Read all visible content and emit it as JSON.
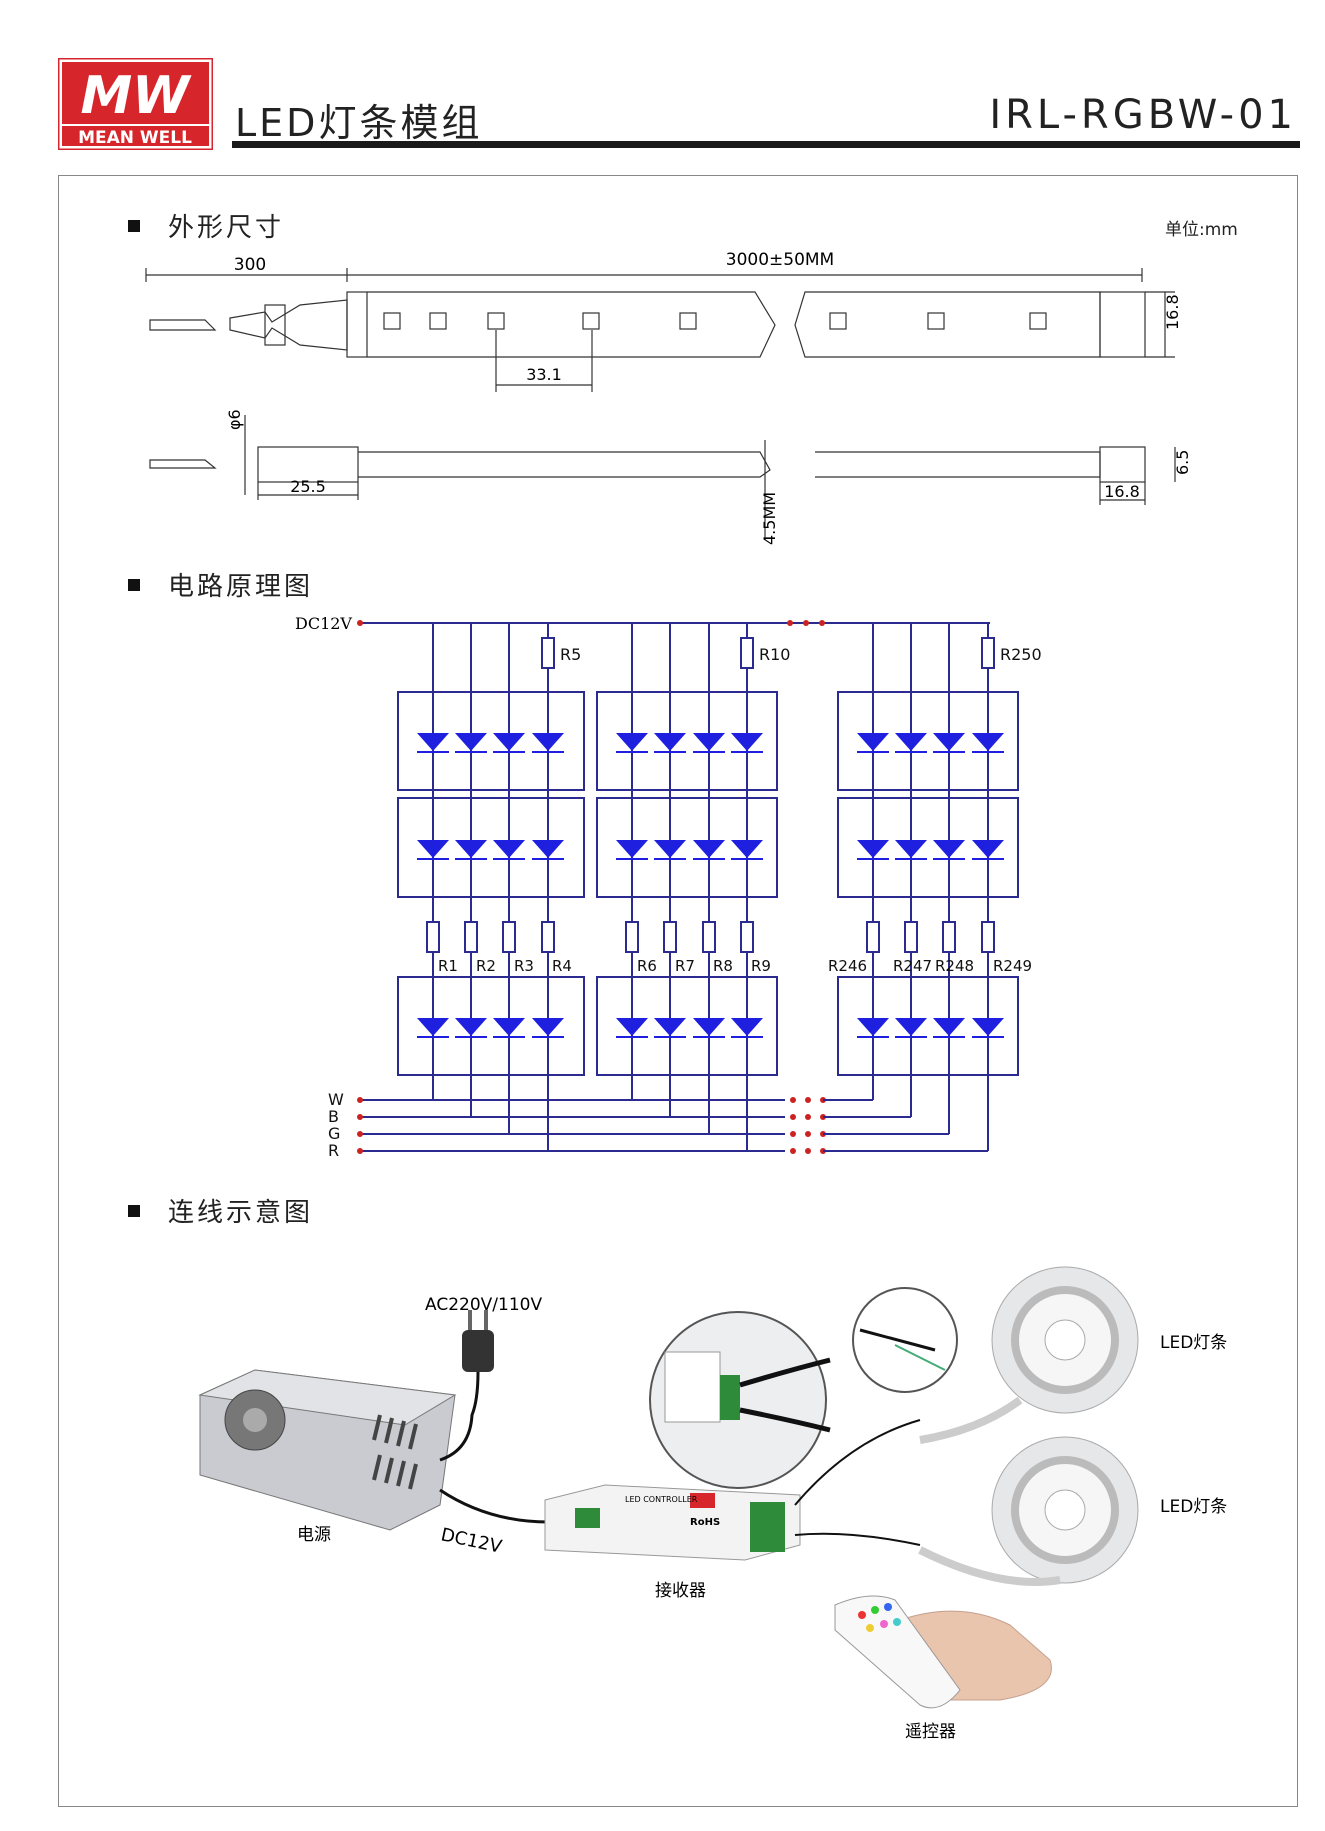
{
  "brand": {
    "logo_text": "MEAN WELL",
    "logo_mark": "MW"
  },
  "header": {
    "title": "LED灯条模组",
    "model": "IRL-RGBW-01"
  },
  "sections": {
    "dimensions": "外形尺寸",
    "circuit": "电路原理图",
    "wiring": "连线示意图"
  },
  "unit_label": "单位:mm",
  "dimensions": {
    "cable_length": "300",
    "strip_length": "3000±50MM",
    "height": "16.8",
    "pitch": "33.1",
    "cable_dia": "φ6",
    "connector_len": "25.5",
    "thickness": "4.5MM",
    "end_height": "6.5",
    "end_width": "16.8"
  },
  "circuit": {
    "supply": "DC12V",
    "top_resistors": [
      "R5",
      "R10",
      "R250"
    ],
    "group1_resistors": [
      "R1",
      "R2",
      "R3",
      "R4"
    ],
    "group2_resistors": [
      "R6",
      "R7",
      "R8",
      "R9"
    ],
    "group3_resistors": [
      "R246",
      "R247",
      "R248",
      "R249"
    ],
    "channels": [
      "W",
      "B",
      "G",
      "R"
    ]
  },
  "wiring": {
    "ac_input": "AC220V/110V",
    "dc_label": "DC12V",
    "power_supply": "电源",
    "receiver": "接收器",
    "remote": "遥控器",
    "strip1": "LED灯条",
    "strip2": "LED灯条",
    "controller_title": "LED CONTROLLER",
    "controller_rohs": "RoHS"
  },
  "colors": {
    "brand_red": "#d7262b",
    "led_blue": "#1f1fe0",
    "wire_blue": "#2a2a90"
  }
}
